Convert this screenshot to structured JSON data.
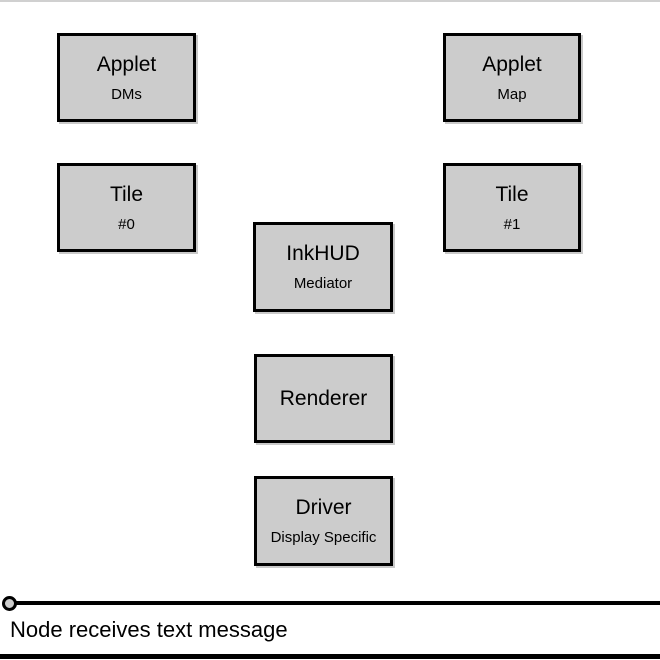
{
  "diagram": {
    "boxes": [
      {
        "id": "applet-dms",
        "title": "Applet",
        "subtitle": "DMs"
      },
      {
        "id": "applet-map",
        "title": "Applet",
        "subtitle": "Map"
      },
      {
        "id": "tile-0",
        "title": "Tile",
        "subtitle": "#0"
      },
      {
        "id": "tile-1",
        "title": "Tile",
        "subtitle": "#1"
      },
      {
        "id": "inkhud",
        "title": "InkHUD",
        "subtitle": "Mediator"
      },
      {
        "id": "renderer",
        "title": "Renderer",
        "subtitle": ""
      },
      {
        "id": "driver",
        "title": "Driver",
        "subtitle": "Display Specific"
      }
    ],
    "timeline": {
      "label": "Node receives text message",
      "marker": "circle"
    },
    "colors": {
      "box_fill": "#cccccc",
      "box_border": "#000000",
      "background": "#ffffff",
      "timeline_line": "#000000",
      "top_border": "#d0d0d0",
      "bottom_border": "#000000"
    }
  }
}
